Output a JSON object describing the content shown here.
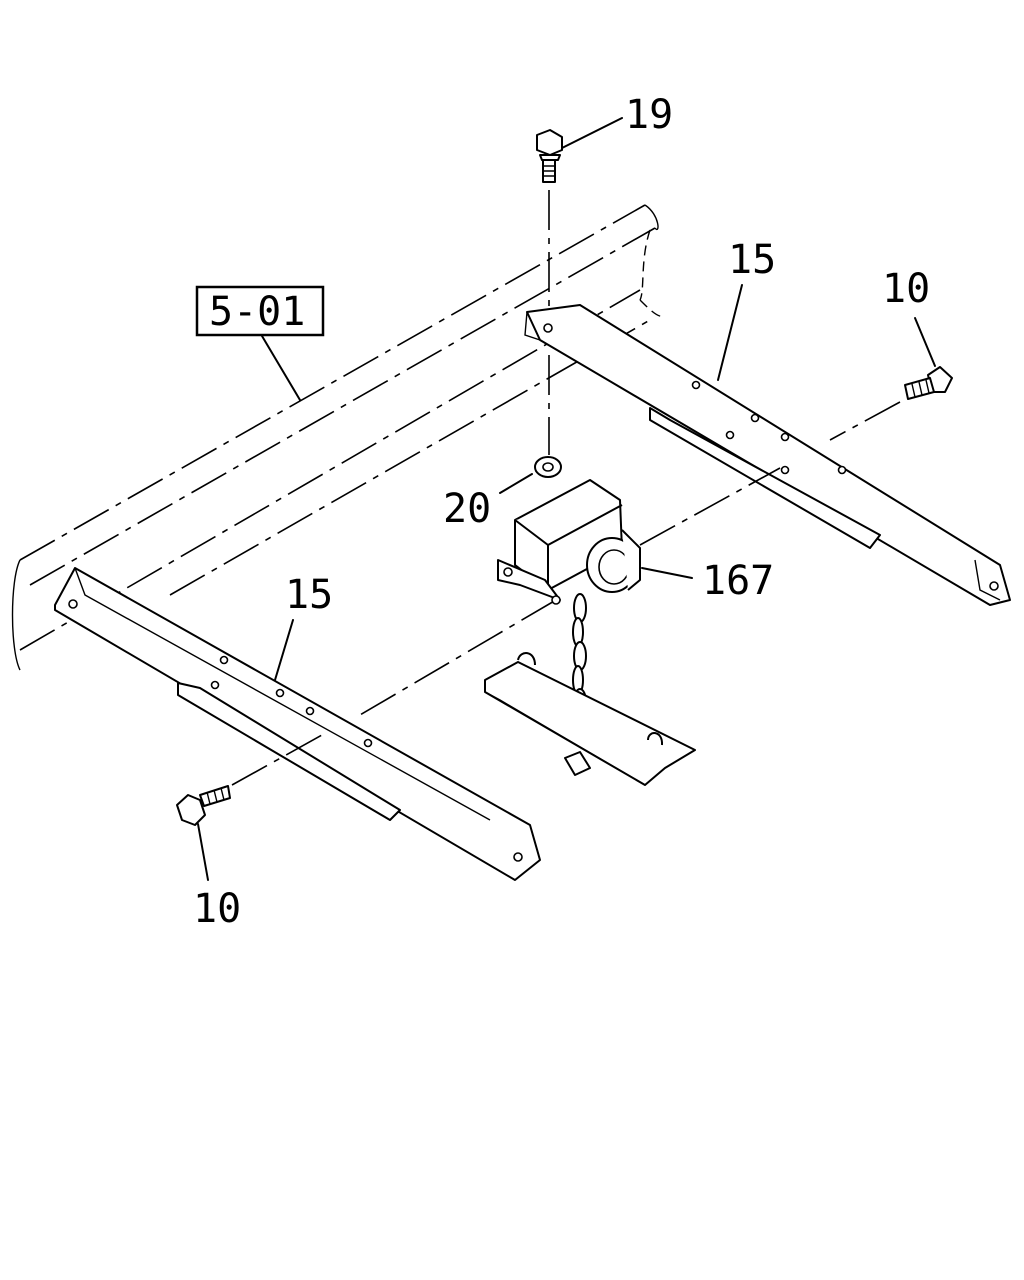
{
  "reference_label": "5-01",
  "callouts": {
    "bolt_top": "19",
    "bracket_right": "15",
    "bolt_right": "10",
    "nut": "20",
    "hanger": "167",
    "bracket_left": "15",
    "bolt_left": "10"
  }
}
